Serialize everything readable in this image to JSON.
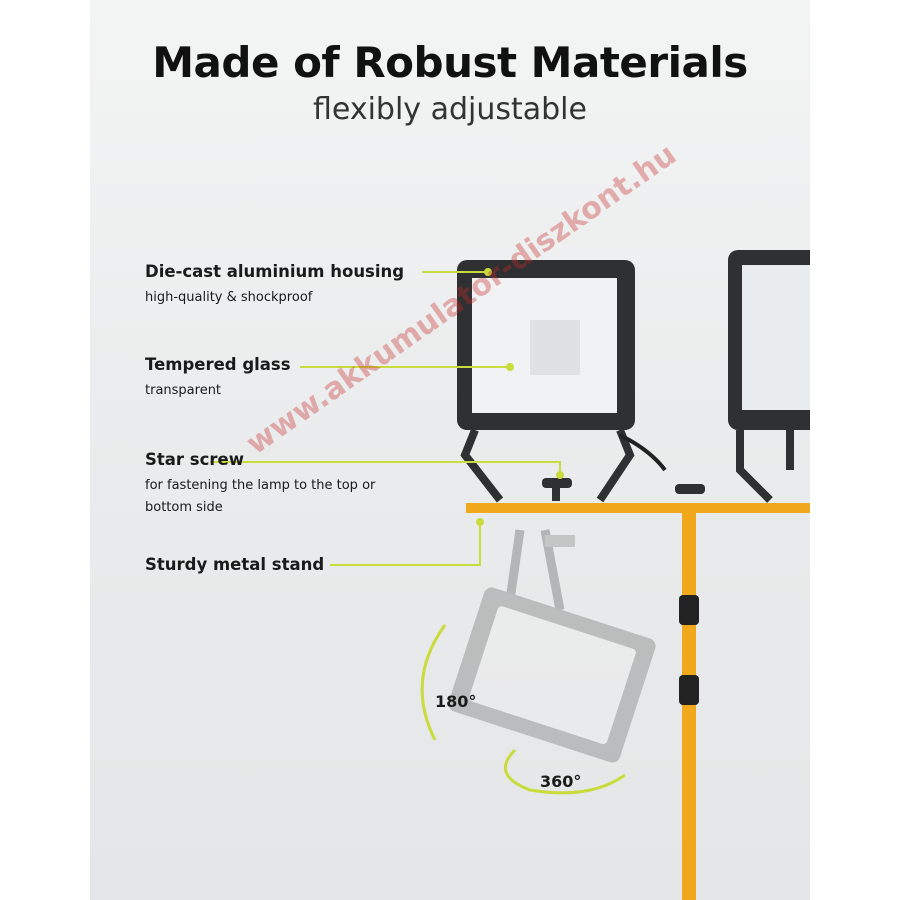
{
  "title": "Made of Robust Materials",
  "subtitle": "flexibly adjustable",
  "features": [
    {
      "heading": "Die-cast aluminium housing",
      "sub": "high-quality & shockproof"
    },
    {
      "heading": "Tempered glass",
      "sub": "transparent"
    },
    {
      "heading": "Star screw",
      "sub": "for fastening the lamp to the top or bottom side"
    },
    {
      "heading": "Sturdy metal stand",
      "sub": ""
    }
  ],
  "rotations": {
    "tilt": "180°",
    "swivel": "360°"
  },
  "watermark": "www.akkumulator-diszkont.hu",
  "colors": {
    "accent": "#c8dc3c",
    "stand": "#f2a81d",
    "housing": "#2e3032"
  }
}
